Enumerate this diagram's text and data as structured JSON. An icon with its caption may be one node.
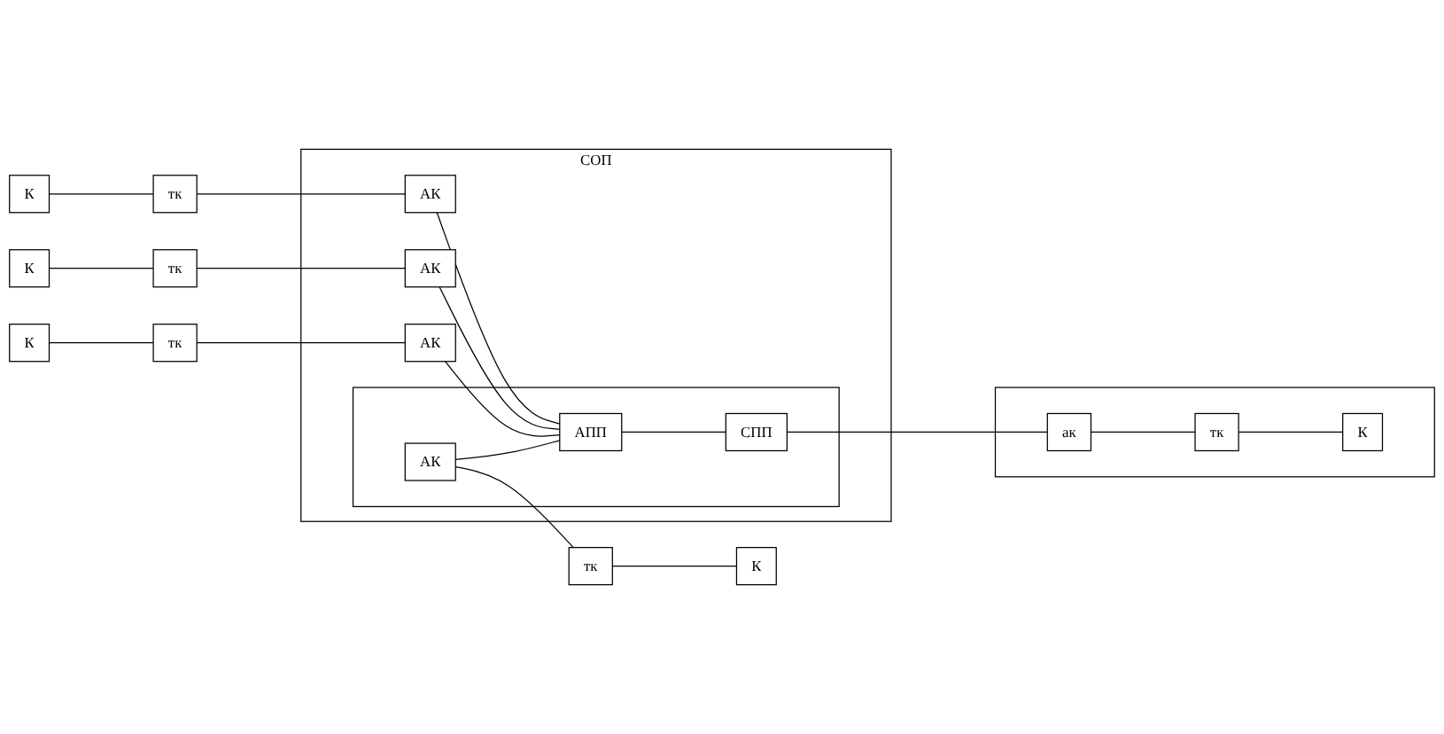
{
  "diagram": {
    "nodes": [
      {
        "text": [
          "СОП"
        ]
      },
      {
        "text": [
          "К"
        ]
      },
      {
        "text": [
          "тк"
        ]
      },
      {
        "text": [
          "АК"
        ],
        "in": 0
      },
      {
        "text": [],
        "shape": "box",
        "in": 0
      },
      {
        "text": [
          "АК"
        ],
        "in": 4
      },
      {
        "text": [
          "тк"
        ]
      },
      {
        "text": [
          "К"
        ]
      },
      {
        "text": [
          "К"
        ]
      },
      {
        "text": [
          "тк"
        ]
      },
      {
        "text": [
          "АК"
        ],
        "in": 0
      },
      {
        "text": [
          "АПП"
        ],
        "in": 4
      },
      {
        "text": [
          "К"
        ]
      },
      {
        "text": [
          "тк"
        ]
      },
      {
        "text": [
          "АК"
        ],
        "in": 0
      },
      {
        "text": [
          "СПП"
        ],
        "in": 4
      },
      {
        "text": [],
        "shape": "box"
      },
      {
        "text": [
          "ак"
        ],
        "in": 16
      },
      {
        "text": [
          "тк"
        ],
        "in": 16
      },
      {
        "text": [
          "К"
        ],
        "in": 16
      }
    ],
    "edges": [
      {
        "from": 1,
        "to": 2,
        "arrow": "none"
      },
      {
        "from": 2,
        "to": 3,
        "arrow": "none"
      },
      {
        "from": 8,
        "to": 9,
        "arrow": "none"
      },
      {
        "from": 9,
        "to": 10,
        "arrow": "none"
      },
      {
        "from": 12,
        "to": 13,
        "arrow": "none"
      },
      {
        "from": 13,
        "to": 14,
        "arrow": "none"
      },
      {
        "from": 3,
        "to": 11,
        "arrow": "none"
      },
      {
        "from": 10,
        "to": 11,
        "arrow": "none"
      },
      {
        "from": 14,
        "to": 11,
        "arrow": "none"
      },
      {
        "from": 5,
        "to": 11,
        "arrow": "none"
      },
      {
        "from": 11,
        "to": 15,
        "arrow": "none"
      },
      {
        "from": 5,
        "to": 6,
        "arrow": "none"
      },
      {
        "from": 6,
        "to": 7,
        "arrow": "none"
      },
      {
        "from": 15,
        "to": 17,
        "arrow": "none"
      },
      {
        "from": 17,
        "to": 18,
        "arrow": "none"
      },
      {
        "from": 18,
        "to": 19,
        "arrow": "none"
      }
    ]
  }
}
